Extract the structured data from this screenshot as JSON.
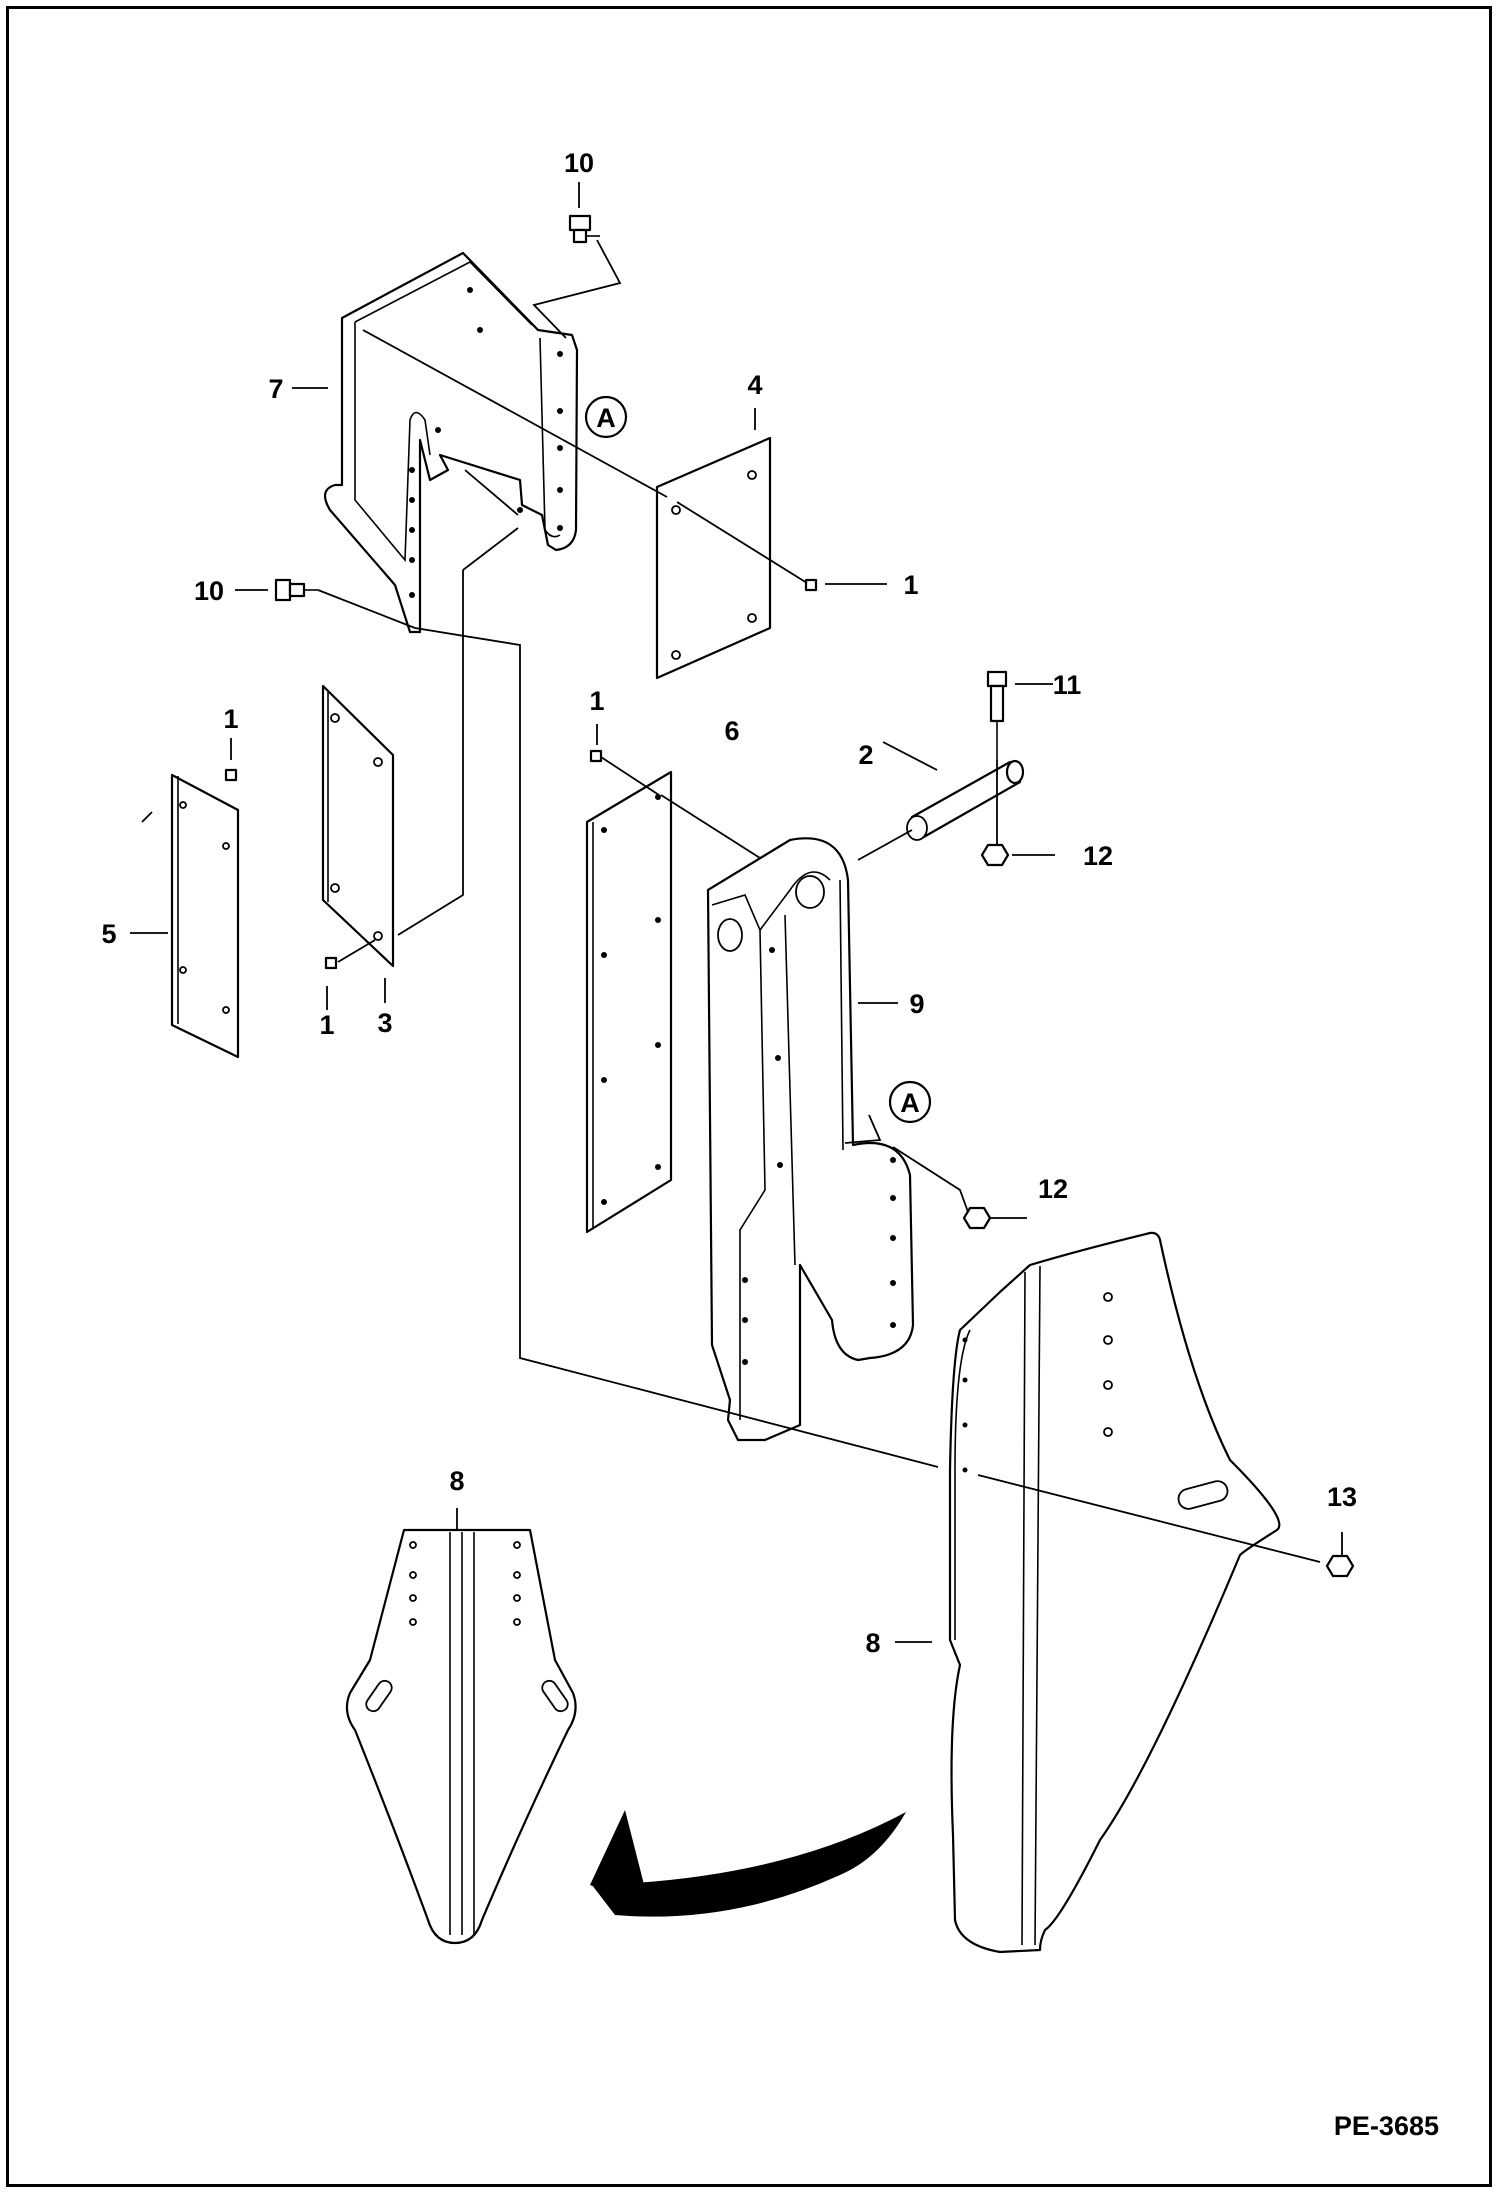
{
  "diagram": {
    "drawing_code": "PE-3685",
    "callouts": [
      {
        "id": "c10a",
        "text": "10"
      },
      {
        "id": "c7",
        "text": "7"
      },
      {
        "id": "cA1",
        "text": "A"
      },
      {
        "id": "c4",
        "text": "4"
      },
      {
        "id": "c1a",
        "text": "1"
      },
      {
        "id": "c10b",
        "text": "10"
      },
      {
        "id": "c1b",
        "text": "1"
      },
      {
        "id": "c5",
        "text": "5"
      },
      {
        "id": "c1c",
        "text": "1"
      },
      {
        "id": "c3",
        "text": "3"
      },
      {
        "id": "c1d",
        "text": "1"
      },
      {
        "id": "c6",
        "text": "6"
      },
      {
        "id": "c11",
        "text": "11"
      },
      {
        "id": "c2",
        "text": "2"
      },
      {
        "id": "c12a",
        "text": "12"
      },
      {
        "id": "c9",
        "text": "9"
      },
      {
        "id": "cA2",
        "text": "A"
      },
      {
        "id": "c12b",
        "text": "12"
      },
      {
        "id": "c8a",
        "text": "8"
      },
      {
        "id": "c13",
        "text": "13"
      },
      {
        "id": "c8b",
        "text": "8"
      }
    ]
  }
}
